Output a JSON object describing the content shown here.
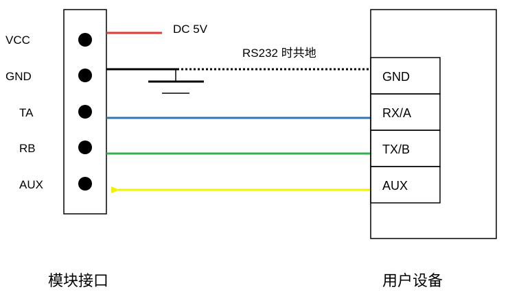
{
  "module": {
    "caption": "模块接口",
    "pins": [
      "VCC",
      "GND",
      "TA",
      "RB",
      "AUX"
    ]
  },
  "user_device": {
    "caption": "用户设备",
    "ports": [
      "GND",
      "RX/A",
      "TX/B",
      "AUX"
    ]
  },
  "annotations": {
    "power": "DC 5V",
    "common_ground": "RS232 时共地"
  },
  "colors": {
    "power_line": "#e53935",
    "ground_line": "#000000",
    "ta_line": "#2e75b6",
    "rb_line": "#2fb34a",
    "aux_line": "#f2f200"
  }
}
